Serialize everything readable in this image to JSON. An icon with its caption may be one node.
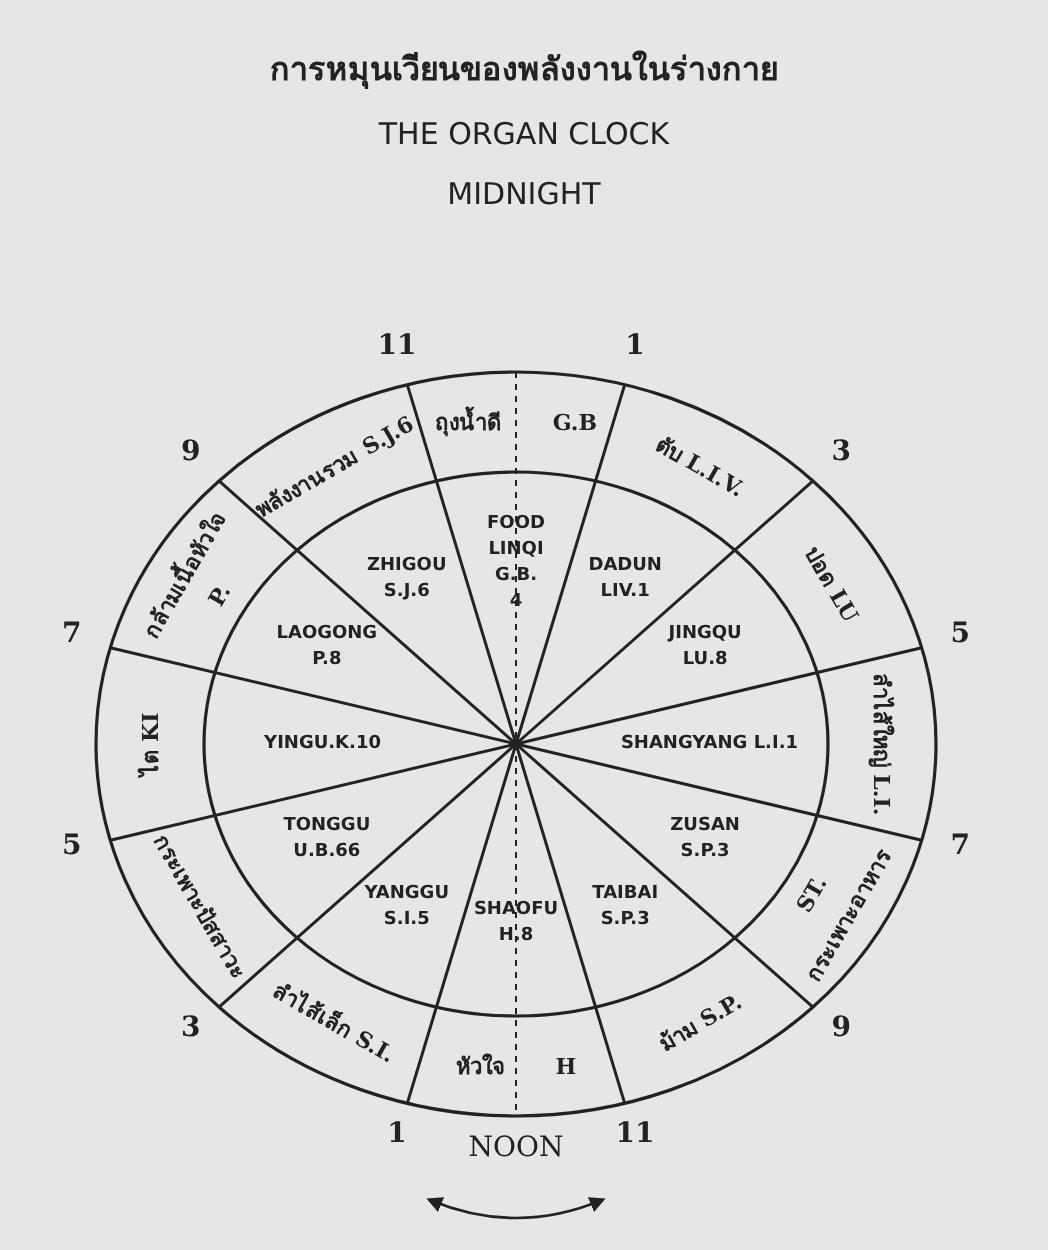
{
  "diagram": {
    "title": "การหมุนเวียนของพลังงานในร่างกาย",
    "nodes": [
      {
        "text": [
          "ถุงน้ำดี",
          "G.B"
        ]
      },
      {
        "text": [
          "ตับ L.I.V."
        ]
      },
      {
        "text": [
          "ปอด LU"
        ]
      },
      {
        "text": [
          "ลำไส้ใหญ่ L.I."
        ]
      },
      {
        "text": [
          "ST.",
          "กระเพาะอาหาร"
        ]
      },
      {
        "text": [
          "ม้าม S.P."
        ]
      },
      {
        "text": [
          "หัวใจ",
          "H"
        ]
      },
      {
        "text": [
          "ลำไส้เล็ก S.I."
        ]
      },
      {
        "text": [
          "กระเพาะปัสสาวะ"
        ]
      },
      {
        "text": [
          "ไต KI"
        ]
      },
      {
        "text": [
          "กล้ามเนื้อหัวใจ",
          "P."
        ]
      },
      {
        "text": [
          "พลังงานรวม",
          "S.J.6"
        ]
      },
      {
        "text": [
          "FOOD",
          "LINQI",
          "G.B.",
          "4"
        ]
      },
      {
        "text": [
          "DADUN",
          "LIV.1"
        ]
      },
      {
        "text": [
          "JINGQU",
          "LU.8"
        ]
      },
      {
        "text": [
          "SHANGYANG L.I.1"
        ]
      },
      {
        "text": [
          "ZUSAN",
          "S.P.3"
        ]
      },
      {
        "text": [
          "TAIBAI",
          "S.P.3"
        ]
      },
      {
        "text": [
          "SHAOFU",
          "H.8"
        ]
      },
      {
        "text": [
          "YANGGU",
          "S.I.5"
        ]
      },
      {
        "text": [
          "TONGGU",
          "U.B.66"
        ]
      },
      {
        "text": [
          "YINGU.K.10"
        ]
      },
      {
        "text": [
          "LAOGONG",
          "P.8"
        ]
      },
      {
        "text": [
          "ZHIGOU",
          "S.J.6"
        ]
      }
    ],
    "labels": [
      "THE ORGAN CLOCK",
      "MIDNIGHT",
      "11",
      "1",
      "3",
      "5",
      "7",
      "9",
      "11",
      "1",
      "3",
      "5",
      "7",
      "9",
      "NOON"
    ]
  }
}
